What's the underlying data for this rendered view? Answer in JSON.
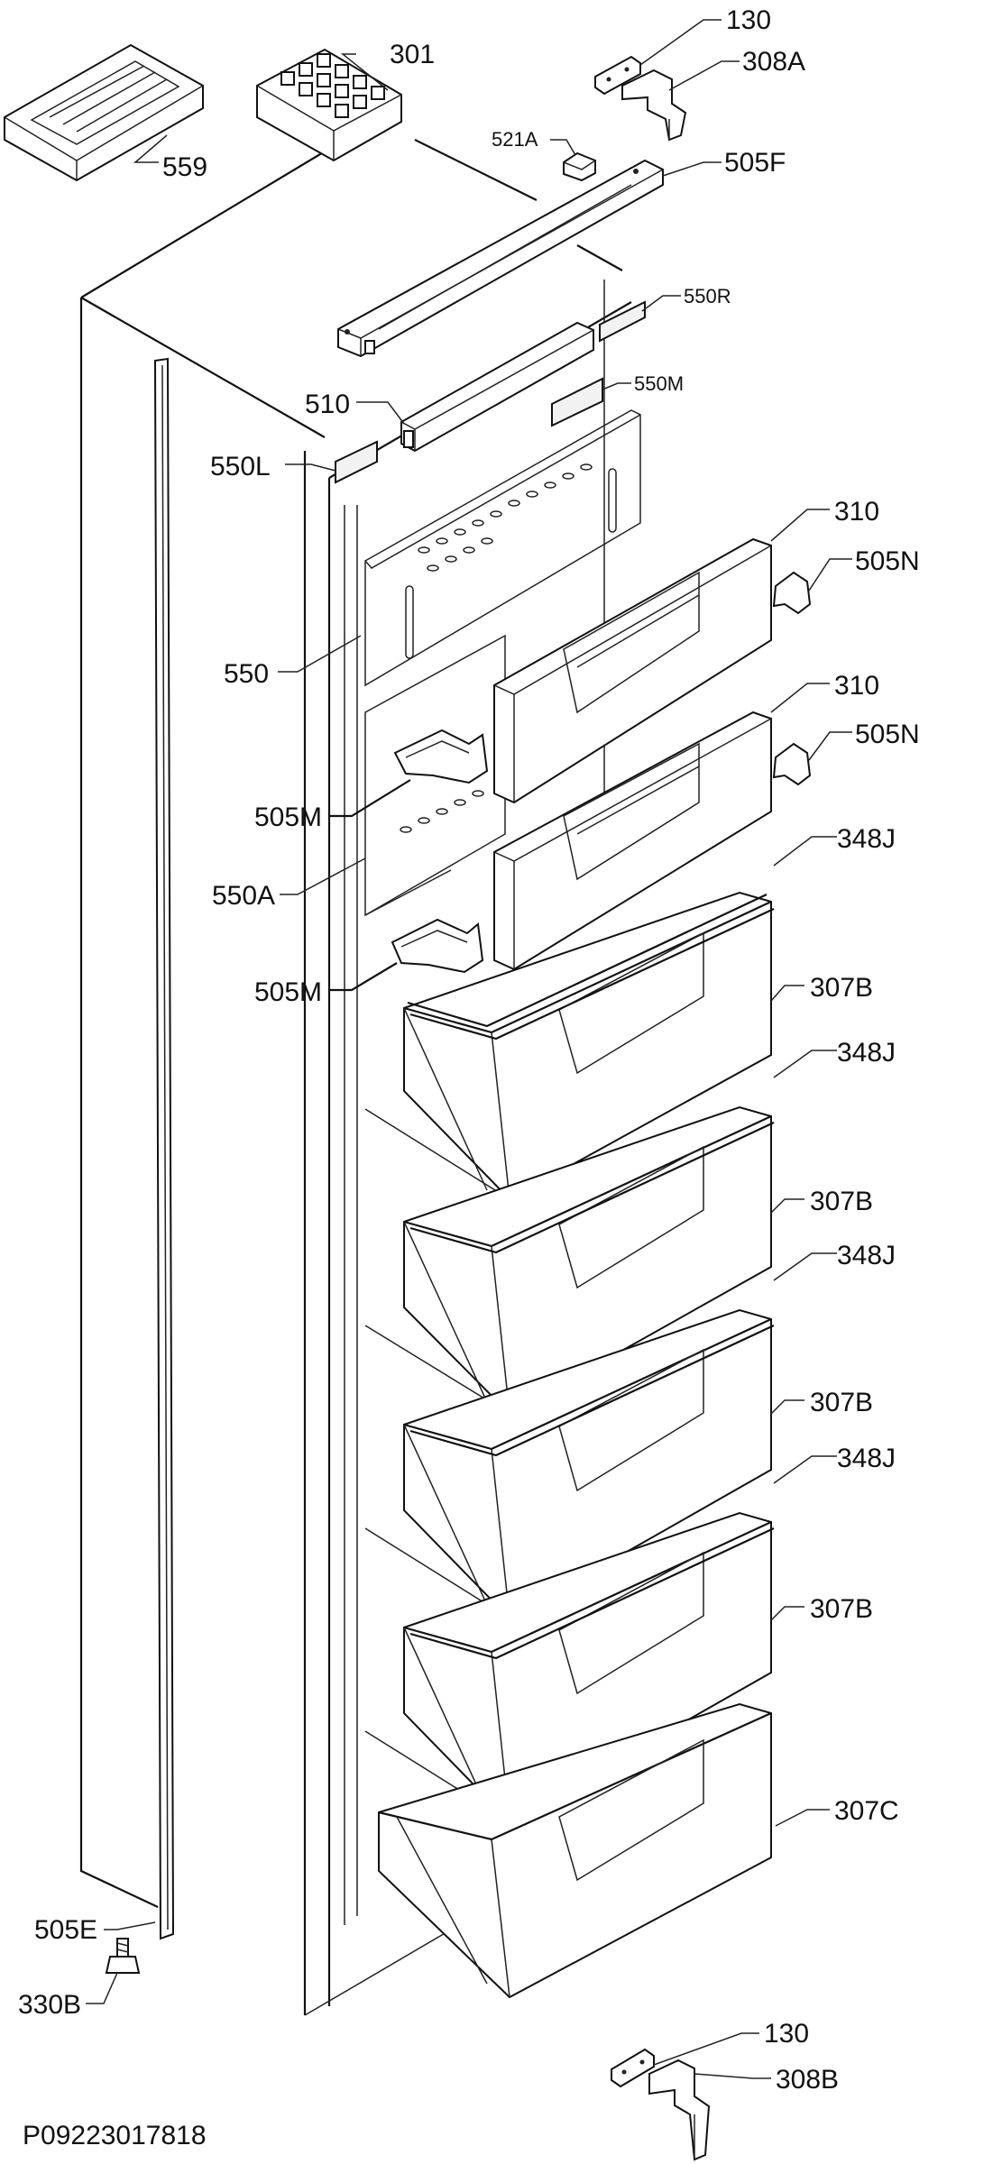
{
  "callouts": {
    "c130_top": "130",
    "c308a": "308A",
    "c301": "301",
    "c559": "559",
    "c521a": "521A",
    "c505f": "505F",
    "c550r": "550R",
    "c550m": "550M",
    "c510": "510",
    "c550l": "550L",
    "c310_a": "310",
    "c505n_a": "505N",
    "c550": "550",
    "c310_b": "310",
    "c505n_b": "505N",
    "c505m_a": "505M",
    "c348j_a": "348J",
    "c550a": "550A",
    "c505m_b": "505M",
    "c307b_a": "307B",
    "c348j_b": "348J",
    "c307b_b": "307B",
    "c348j_c": "348J",
    "c307b_c": "307B",
    "c348j_d": "348J",
    "c307b_d": "307B",
    "c307c": "307C",
    "c505e": "505E",
    "c330b": "330B",
    "c130_bottom": "130",
    "c308b": "308B"
  },
  "document_code": "P09223017818"
}
